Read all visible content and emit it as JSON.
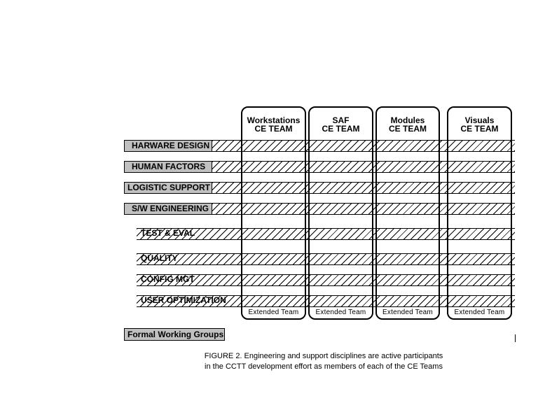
{
  "teams": [
    {
      "line1": "Workstations",
      "line2": "CE TEAM",
      "footer": "Extended Team"
    },
    {
      "line1": "SAF",
      "line2": "CE TEAM",
      "footer": "Extended Team"
    },
    {
      "line1": "Modules",
      "line2": "CE TEAM",
      "footer": "Extended Team"
    },
    {
      "line1": "Visuals",
      "line2": "CE TEAM",
      "footer": "Extended Team"
    }
  ],
  "disciplines": [
    {
      "label": "HARWARE DESIGN"
    },
    {
      "label": "HUMAN FACTORS"
    },
    {
      "label": "LOGISTIC SUPPORT"
    },
    {
      "label": "S/W ENGINEERING"
    },
    {
      "label": "TEST & EVAL"
    },
    {
      "label": "QUALITY"
    },
    {
      "label": "CONFIG MGT"
    },
    {
      "label": "USER OPTIMIZATION"
    }
  ],
  "formal_working_groups": "Formal Working Groups",
  "caption": {
    "line1": "FIGURE 2.  Engineering and support disciplines are active participants",
    "line2": "in the CCTT development effort as members of each of the CE Teams"
  }
}
